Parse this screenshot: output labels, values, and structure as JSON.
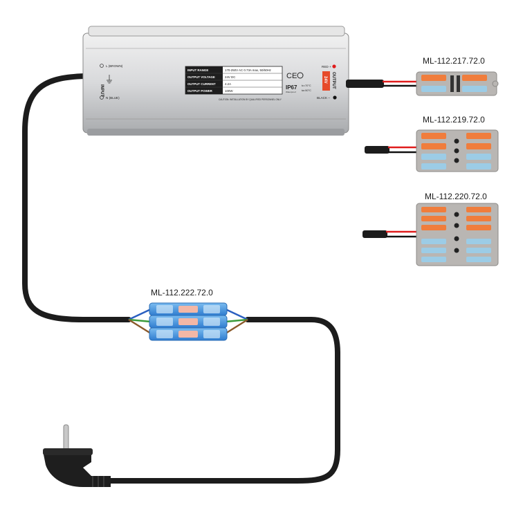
{
  "psu": {
    "input_side": "INPUT",
    "l_label": "L (BROWN)",
    "n_label": "N (BLUE)",
    "output_side": "OUTPUT",
    "red_label": "RED +",
    "black_label": "BLACK –",
    "voltage_badge": "24V",
    "specs": [
      {
        "name": "INPUT RANGE",
        "value": "170-250V AC 0.73A max, 50/60Hz"
      },
      {
        "name": "OUTPUT VOLTAGE",
        "value": "24V DC"
      },
      {
        "name": "OUTPUT CURRENT",
        "value": "4.2A"
      },
      {
        "name": "OUTPUT POWER",
        "value": "100W"
      }
    ],
    "caution": "CAUTION: INSTALLATION BY QUALIFIED PERSONNEL ONLY",
    "ce_mark": "CE",
    "ip_rating": "IP67",
    "ip_sub": "Waterproof",
    "tc": "tc=70°C",
    "ta": "ta=50°C"
  },
  "connectors": [
    {
      "code": "ML-112.217.72.0"
    },
    {
      "code": "ML-112.219.72.0"
    },
    {
      "code": "ML-112.220.72.0"
    },
    {
      "code": "ML-112.222.72.0"
    }
  ],
  "colors": {
    "cable": "#1c1c1c",
    "housing_grey": "#b9b6b3",
    "lever_orange": "#f07d3c",
    "lever_blue": "#9ccce6",
    "wire_red": "#e01b1b",
    "wire_brown": "#8b5a2b",
    "wire_green": "#3a9a3a",
    "wire_blue": "#2a5fc0",
    "inline_body": "#3f8fd8"
  },
  "icons": [
    "power-supply",
    "lever-connector",
    "schuko-plug"
  ]
}
